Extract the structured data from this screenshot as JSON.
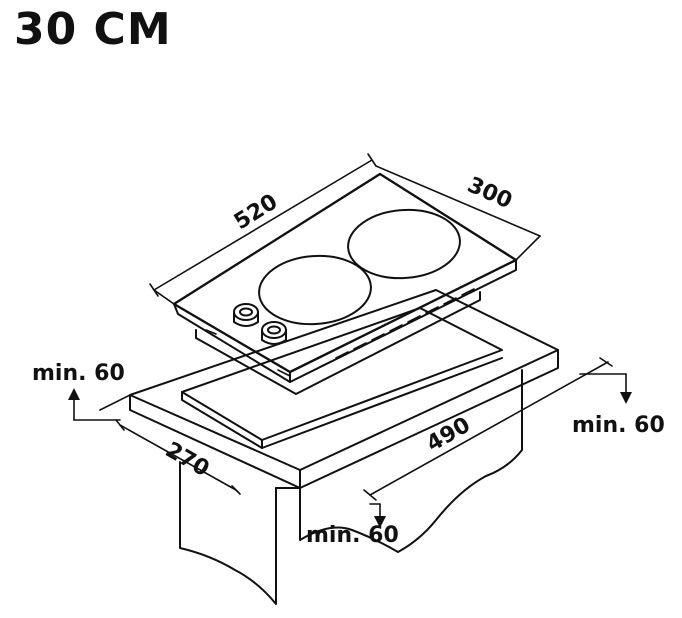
{
  "title": "30 CM",
  "dimensions": {
    "hob_length": "520",
    "hob_width": "300",
    "cutout_length": "490",
    "cutout_width": "270"
  },
  "clearances": {
    "left": "min. 60",
    "right": "min. 60",
    "front": "min. 60"
  },
  "colors": {
    "line": "#111111",
    "background": "#ffffff"
  }
}
